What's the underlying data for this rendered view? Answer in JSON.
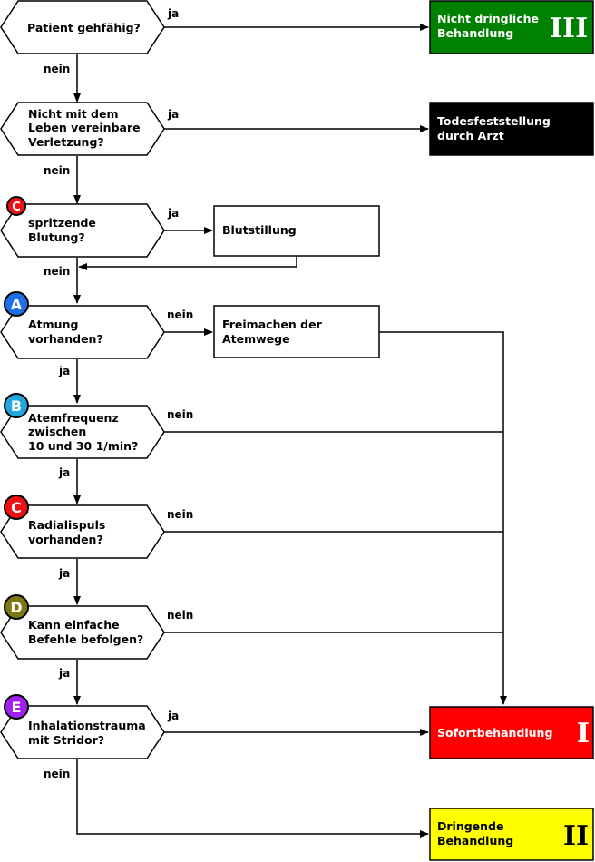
{
  "decisions": {
    "d1": [
      "Patient gehfähig?"
    ],
    "d2": [
      "Nicht mit dem",
      "Leben vereinbare",
      "Verletzung?"
    ],
    "d3": [
      "spritzende",
      "Blutung?"
    ],
    "d4": [
      "Atmung",
      "vorhanden?"
    ],
    "d5": [
      "Atemfrequenz",
      "zwischen",
      "10 und 30 1/min?"
    ],
    "d6": [
      "Radialispuls",
      "vorhanden?"
    ],
    "d7": [
      "Kann einfache",
      "Befehle befolgen?"
    ],
    "d8": [
      "Inhalationstrauma",
      "mit Stridor?"
    ]
  },
  "actions": {
    "blutstillung": [
      "Blutstillung"
    ],
    "freimachen": [
      "Freimachen der",
      "Atemwege"
    ]
  },
  "outcomes": {
    "nicht_dringlich": {
      "lines": [
        "Nicht dringliche",
        "Behandlung"
      ],
      "category": "III",
      "color": "#008000"
    },
    "tod": {
      "lines": [
        "Todesfeststellung",
        "durch Arzt"
      ],
      "color": "#000000"
    },
    "sofort": {
      "lines": [
        "Sofortbehandlung"
      ],
      "category": "I",
      "color": "#ff0000"
    },
    "dringend": {
      "lines": [
        "Dringende",
        "Behandlung"
      ],
      "category": "II",
      "color": "#ffff00"
    }
  },
  "edge_labels": {
    "yes": "ja",
    "no": "nein"
  },
  "badges": {
    "b1": {
      "letter": "C",
      "color": "#ee1111"
    },
    "b2": {
      "letter": "A",
      "color": "#1f6fe6"
    },
    "b3": {
      "letter": "B",
      "color": "#22a6e0"
    },
    "b4": {
      "letter": "C",
      "color": "#ee1111"
    },
    "b5": {
      "letter": "D",
      "color": "#7a7a10"
    },
    "b6": {
      "letter": "E",
      "color": "#a020f0"
    }
  }
}
